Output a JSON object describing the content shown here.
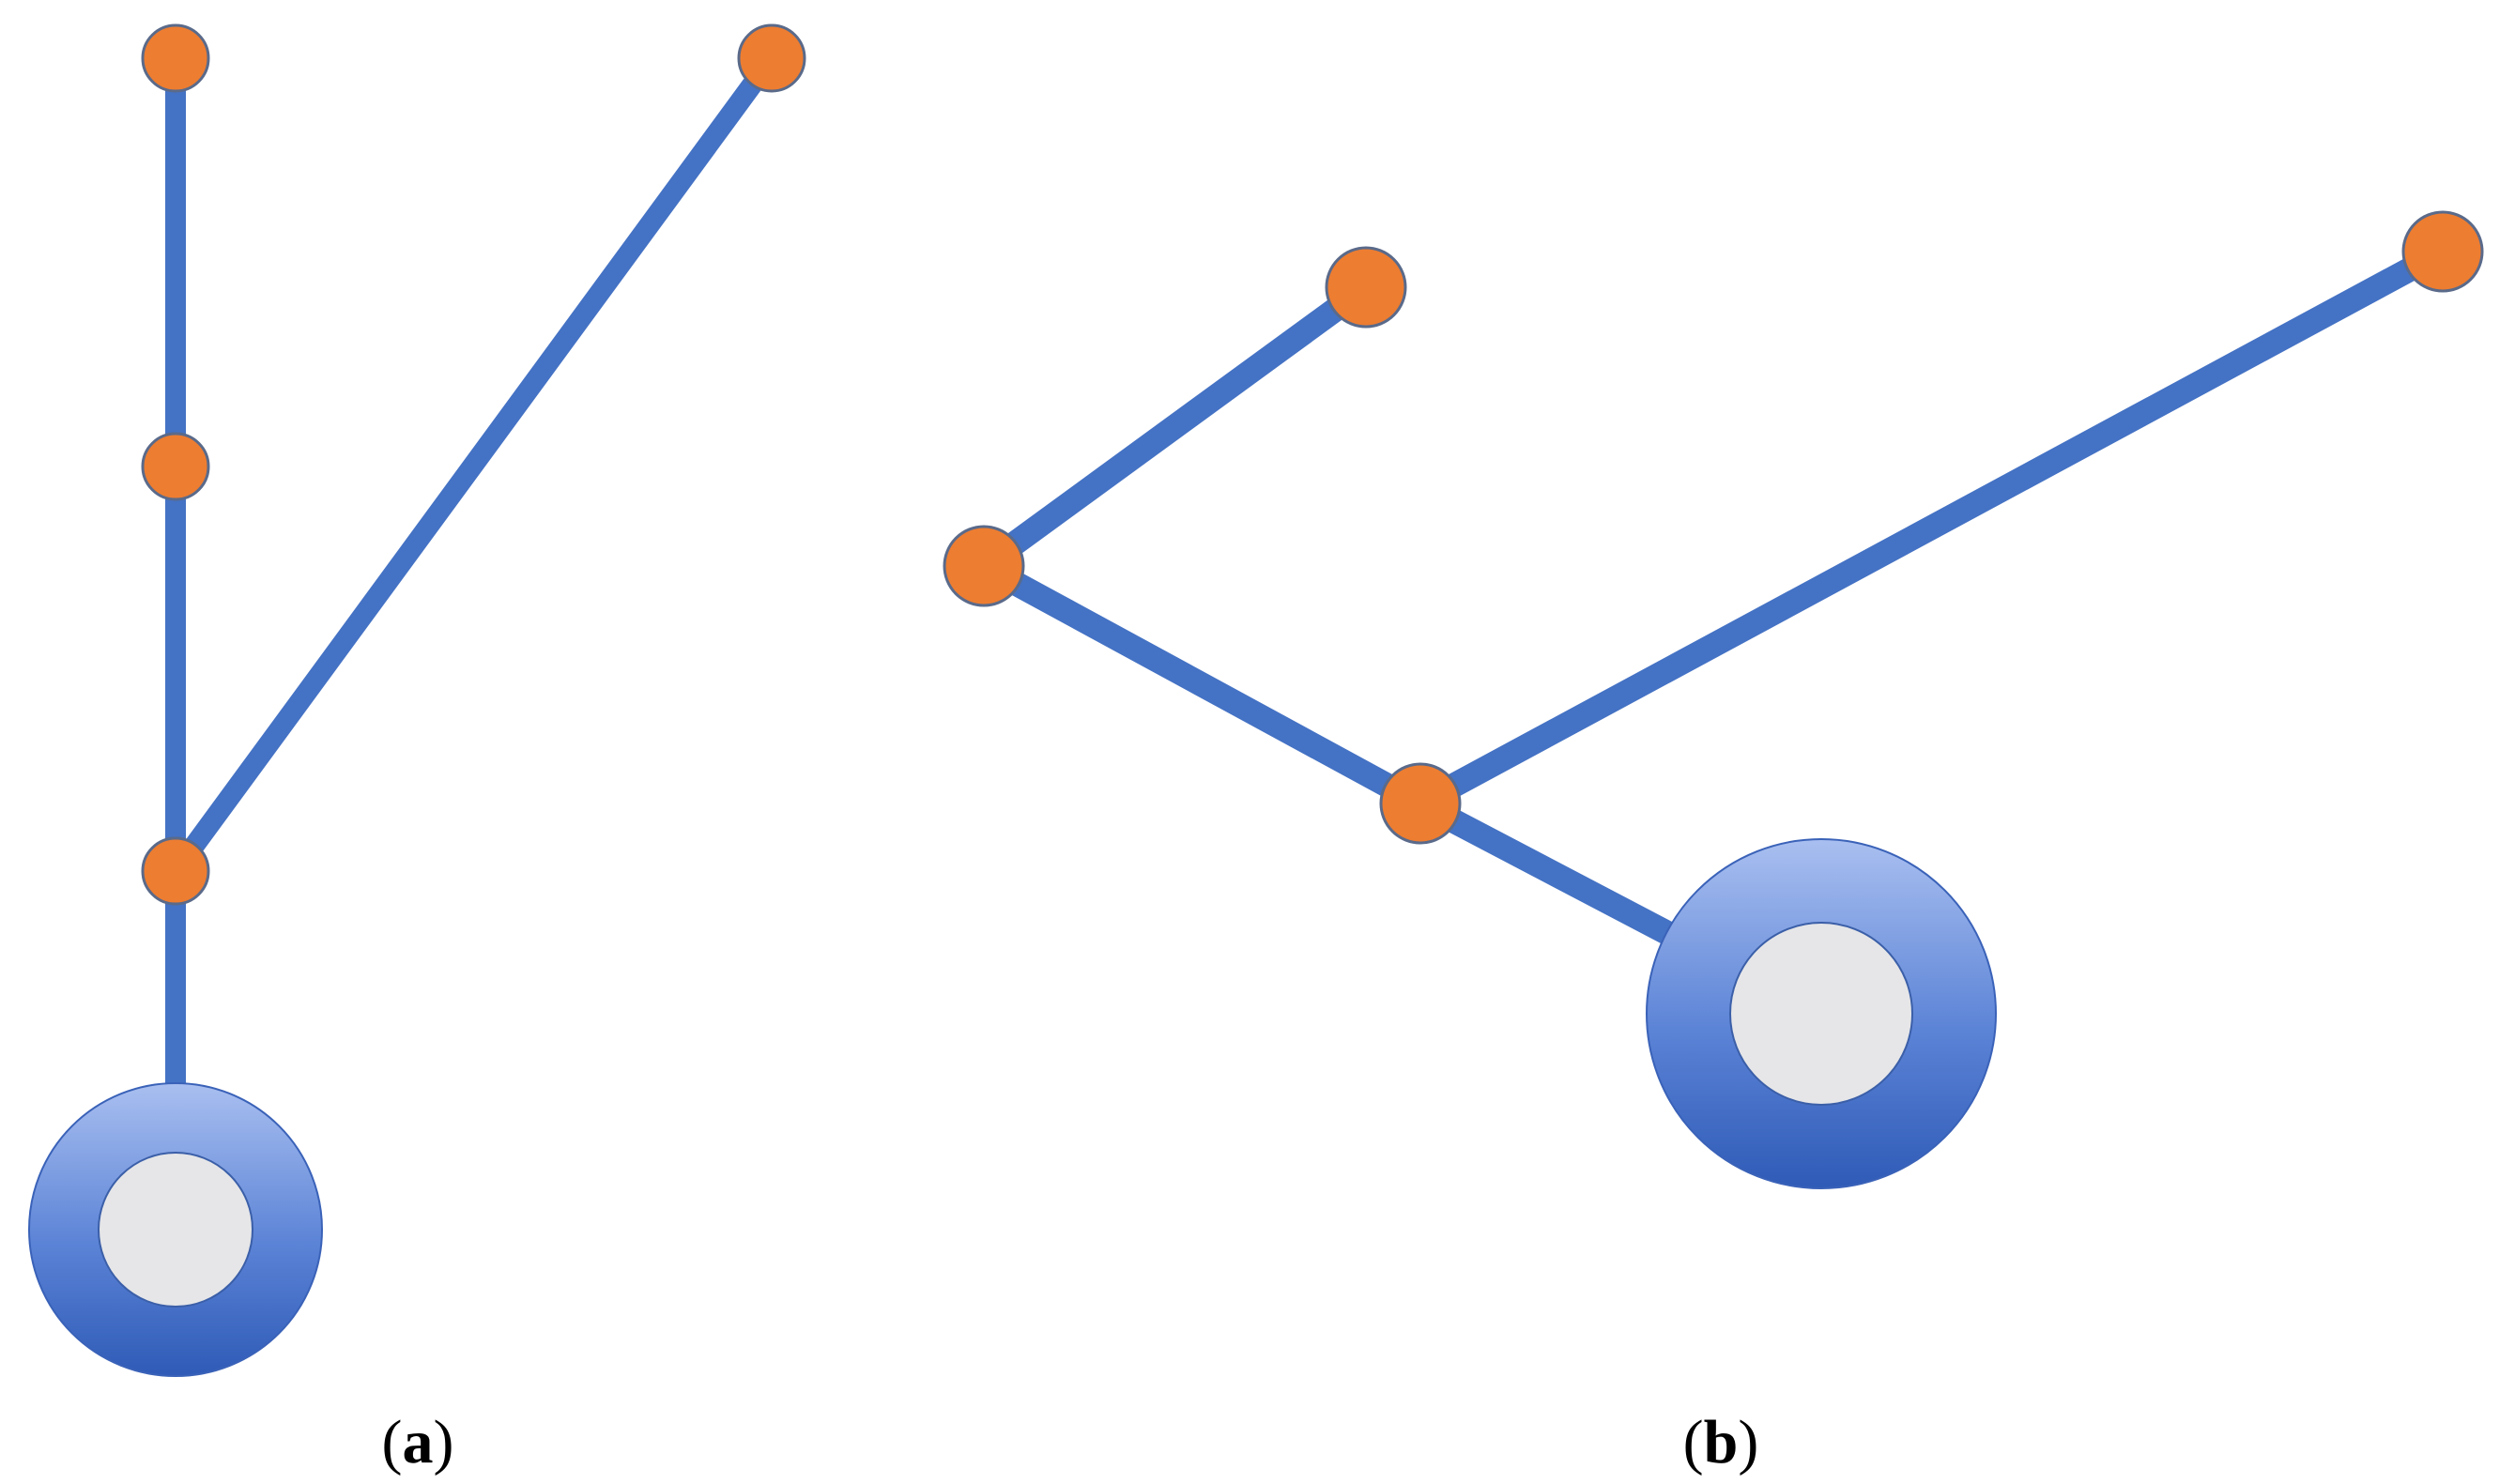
{
  "colors": {
    "edge": "#4472c4",
    "node_fill": "#ed7d31",
    "node_stroke": "#5a6a8a",
    "root_ring_light": "#a9bff0",
    "root_ring_dark": "#2f5bb7",
    "root_inner": "#e6e6e8"
  },
  "panels": [
    {
      "id": "a",
      "caption_open": "(",
      "caption_letter": "a",
      "caption_close": ")"
    },
    {
      "id": "b",
      "caption_open": "(",
      "caption_letter": "b",
      "caption_close": ")"
    }
  ]
}
